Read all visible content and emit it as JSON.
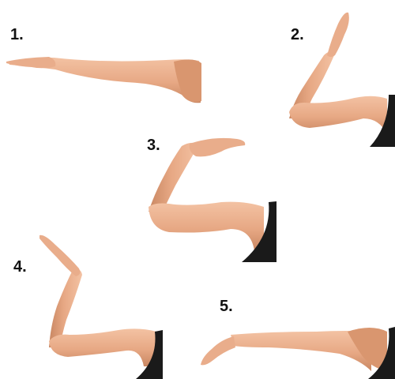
{
  "steps": [
    {
      "label": "1."
    },
    {
      "label": "2."
    },
    {
      "label": "3."
    },
    {
      "label": "4."
    },
    {
      "label": "5."
    }
  ],
  "colors": {
    "background": "#ffffff",
    "skin": "#e7a884",
    "skin_shadow": "#c98762",
    "skin_highlight": "#f3c2a3",
    "clothing": "#1a1a1a",
    "label": "#111111"
  }
}
